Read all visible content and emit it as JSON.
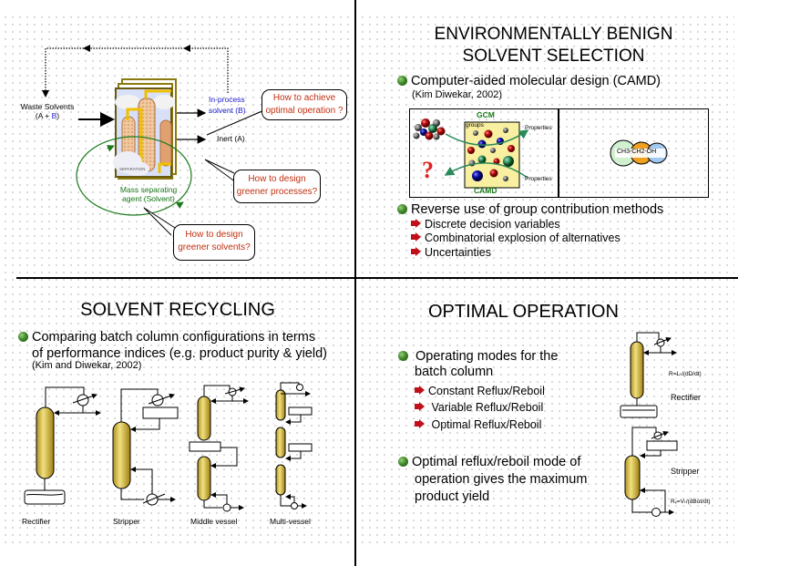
{
  "quadrants": {
    "top_left": {
      "diagram": {
        "waste_solvents_label": "Waste Solvents",
        "waste_solvents_mix_prefix": "(A + ",
        "waste_solvents_mix_b": "B",
        "waste_solvents_mix_suffix": ")",
        "in_process_label_line1": "In-process",
        "in_process_label_line2": "solvent (B)",
        "inert_label": "Inert (A)",
        "msa_label_line1": "Mass separating",
        "msa_label_line2": "agent (Solvent)",
        "plant_caption": "SEPARATION",
        "callouts": [
          {
            "line1": "How to achieve",
            "line2": "optimal operation ?"
          },
          {
            "line1": "How to design",
            "line2": "greener processes?"
          },
          {
            "line1": "How to design",
            "line2": "greener solvents?"
          }
        ]
      }
    },
    "top_right": {
      "title_line1": "ENVIRONMENTALLY BENIGN",
      "title_line2": "SOLVENT SELECTION",
      "bullets": [
        {
          "text": "Computer-aided molecular design (CAMD)",
          "citation": "(Kim Diwekar, 2002)"
        },
        {
          "text": "Reverse use of group contribution methods",
          "sub_items": [
            "Discrete decision variables",
            "Combinatorial explosion of alternatives",
            "Uncertainties"
          ]
        }
      ],
      "figure": {
        "gcm_label": "GCM",
        "groups_label": "groups",
        "camd_label": "CAMD",
        "properties_top": "Properties",
        "properties_bottom": "Properties",
        "question_mark": "?",
        "molecule_formula": "CH3-CH2-OH"
      }
    },
    "bottom_left": {
      "title": "SOLVENT RECYCLING",
      "bullets": [
        {
          "line1": "Comparing batch column configurations in terms",
          "line2": "of performance indices (e.g. product purity & yield)",
          "citation": "(Kim and Diwekar, 2002)"
        }
      ],
      "configurations": [
        "Rectifier",
        "Stripper",
        "Middle vessel",
        "Multi-vessel"
      ]
    },
    "bottom_right": {
      "title": "OPTIMAL OPERATION",
      "bullets": [
        {
          "line1": " Operating modes for the",
          "line2": "batch column",
          "sub_items": [
            "Constant Reflux/Reboil",
            " Variable Reflux/Reboil",
            " Optimal Reflux/Reboil"
          ]
        },
        {
          "line1": "Optimal reflux/reboil mode of",
          "line2": "operation gives the maximum",
          "line3": "product yield"
        }
      ],
      "diagram": {
        "rectifier_label": "Rectifier",
        "rectifier_eq": "R=Lₜ/(dD/dt)",
        "stripper_label": "Stripper",
        "stripper_eq": "Rᵥ=Vₜ/(dBot/dt)"
      }
    }
  },
  "colors": {
    "callout_text": "#c03010",
    "msa_green": "#1a7a1a",
    "in_process_blue": "#2020d0",
    "column_fill": "#e8d070",
    "bullet_green": "#3f8a2a",
    "sub_bullet_red": "#c0101a"
  }
}
